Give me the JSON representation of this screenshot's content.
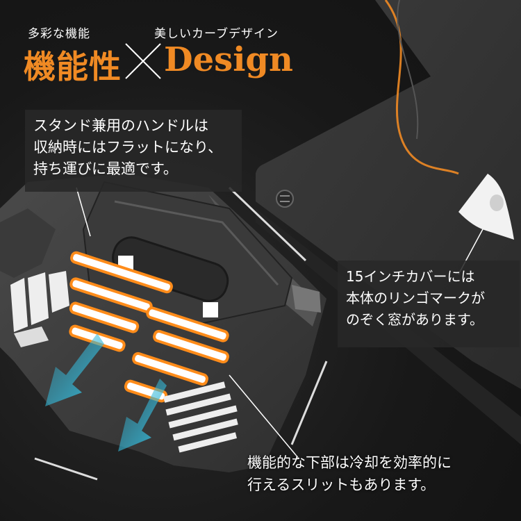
{
  "header": {
    "left_caption": "多彩な機能",
    "left_title": "機能性",
    "right_caption": "美しいカーブデザイン",
    "right_title": "Design"
  },
  "callouts": {
    "handle": [
      "スタンド兼用のハンドルは",
      "収納時にはフラットになり、",
      "持ち運びに最適です。"
    ],
    "logo_window": [
      "15インチカバーには",
      "本体のリンゴマークが",
      "のぞく窓があります。"
    ],
    "slits": [
      "機能的な下部は冷却を効率的に",
      "行えるスリットもあります。"
    ]
  },
  "colors": {
    "accent": "#f08a24",
    "arrow": "#35b8d8",
    "callout_bg": "#282828"
  }
}
